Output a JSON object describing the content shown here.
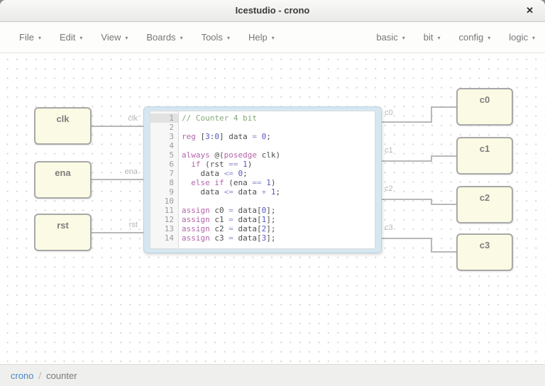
{
  "window": {
    "title": "Icestudio - crono",
    "close_icon": "✕"
  },
  "menubar": {
    "caret_icon": "▾",
    "left": [
      {
        "label": "File"
      },
      {
        "label": "Edit"
      },
      {
        "label": "View"
      },
      {
        "label": "Boards"
      },
      {
        "label": "Tools"
      },
      {
        "label": "Help"
      }
    ],
    "right": [
      {
        "label": "basic"
      },
      {
        "label": "bit"
      },
      {
        "label": "config"
      },
      {
        "label": "logic"
      }
    ]
  },
  "canvas": {
    "input_blocks": [
      {
        "label": "clk"
      },
      {
        "label": "ena"
      },
      {
        "label": "rst"
      }
    ],
    "output_blocks": [
      {
        "label": "c0"
      },
      {
        "label": "c1"
      },
      {
        "label": "c2"
      },
      {
        "label": "c3"
      }
    ],
    "port_labels": {
      "left": [
        "clk",
        "ena",
        "rst"
      ],
      "right": [
        "c0",
        "c1",
        "c2",
        "c3"
      ]
    }
  },
  "code_block": {
    "lines": [
      {
        "n": "1",
        "tokens": [
          [
            "cm",
            "// Counter 4 bit"
          ]
        ]
      },
      {
        "n": "2",
        "tokens": []
      },
      {
        "n": "3",
        "tokens": [
          [
            "kw",
            "reg"
          ],
          [
            "pl",
            " ["
          ],
          [
            "num",
            "3"
          ],
          [
            "pl",
            ":"
          ],
          [
            "num",
            "0"
          ],
          [
            "pl",
            "] data "
          ],
          [
            "op",
            "="
          ],
          [
            "pl",
            " "
          ],
          [
            "num",
            "0"
          ],
          [
            "pl",
            ";"
          ]
        ]
      },
      {
        "n": "4",
        "tokens": []
      },
      {
        "n": "5",
        "tokens": [
          [
            "kw",
            "always"
          ],
          [
            "pl",
            " @("
          ],
          [
            "kw",
            "posedge"
          ],
          [
            "pl",
            " clk)"
          ]
        ]
      },
      {
        "n": "6",
        "tokens": [
          [
            "pl",
            "  "
          ],
          [
            "kw",
            "if"
          ],
          [
            "pl",
            " (rst "
          ],
          [
            "op",
            "=="
          ],
          [
            "pl",
            " "
          ],
          [
            "num",
            "1"
          ],
          [
            "pl",
            ")"
          ]
        ]
      },
      {
        "n": "7",
        "tokens": [
          [
            "pl",
            "    data "
          ],
          [
            "op",
            "<="
          ],
          [
            "pl",
            " "
          ],
          [
            "num",
            "0"
          ],
          [
            "pl",
            ";"
          ]
        ]
      },
      {
        "n": "8",
        "tokens": [
          [
            "pl",
            "  "
          ],
          [
            "kw",
            "else"
          ],
          [
            "pl",
            " "
          ],
          [
            "kw",
            "if"
          ],
          [
            "pl",
            " (ena "
          ],
          [
            "op",
            "=="
          ],
          [
            "pl",
            " "
          ],
          [
            "num",
            "1"
          ],
          [
            "pl",
            ")"
          ]
        ]
      },
      {
        "n": "9",
        "tokens": [
          [
            "pl",
            "    data "
          ],
          [
            "op",
            "<="
          ],
          [
            "pl",
            " data "
          ],
          [
            "op",
            "+"
          ],
          [
            "pl",
            " "
          ],
          [
            "num",
            "1"
          ],
          [
            "pl",
            ";"
          ]
        ]
      },
      {
        "n": "10",
        "tokens": []
      },
      {
        "n": "11",
        "tokens": [
          [
            "kw",
            "assign"
          ],
          [
            "pl",
            " c0 "
          ],
          [
            "op",
            "="
          ],
          [
            "pl",
            " data["
          ],
          [
            "num",
            "0"
          ],
          [
            "pl",
            "];"
          ]
        ]
      },
      {
        "n": "12",
        "tokens": [
          [
            "kw",
            "assign"
          ],
          [
            "pl",
            " c1 "
          ],
          [
            "op",
            "="
          ],
          [
            "pl",
            " data["
          ],
          [
            "num",
            "1"
          ],
          [
            "pl",
            "];"
          ]
        ]
      },
      {
        "n": "13",
        "tokens": [
          [
            "kw",
            "assign"
          ],
          [
            "pl",
            " c2 "
          ],
          [
            "op",
            "="
          ],
          [
            "pl",
            " data["
          ],
          [
            "num",
            "2"
          ],
          [
            "pl",
            "];"
          ]
        ]
      },
      {
        "n": "14",
        "tokens": [
          [
            "kw",
            "assign"
          ],
          [
            "pl",
            " c3 "
          ],
          [
            "op",
            "="
          ],
          [
            "pl",
            " data["
          ],
          [
            "num",
            "3"
          ],
          [
            "pl",
            "];"
          ]
        ]
      }
    ]
  },
  "breadcrumb": {
    "link": "crono",
    "separator": "/",
    "current": "counter"
  },
  "colors": {
    "link_blue": "#4a88c8",
    "block_fill": "#fbfae4",
    "block_border": "#a8a8a8",
    "wire": "#b8b8b8",
    "code_frame_blue": "#d5e7f1",
    "syntax_comment": "#84a878",
    "syntax_keyword": "#b464aa",
    "syntax_number": "#5656c9",
    "syntax_operator": "#9090cc"
  }
}
